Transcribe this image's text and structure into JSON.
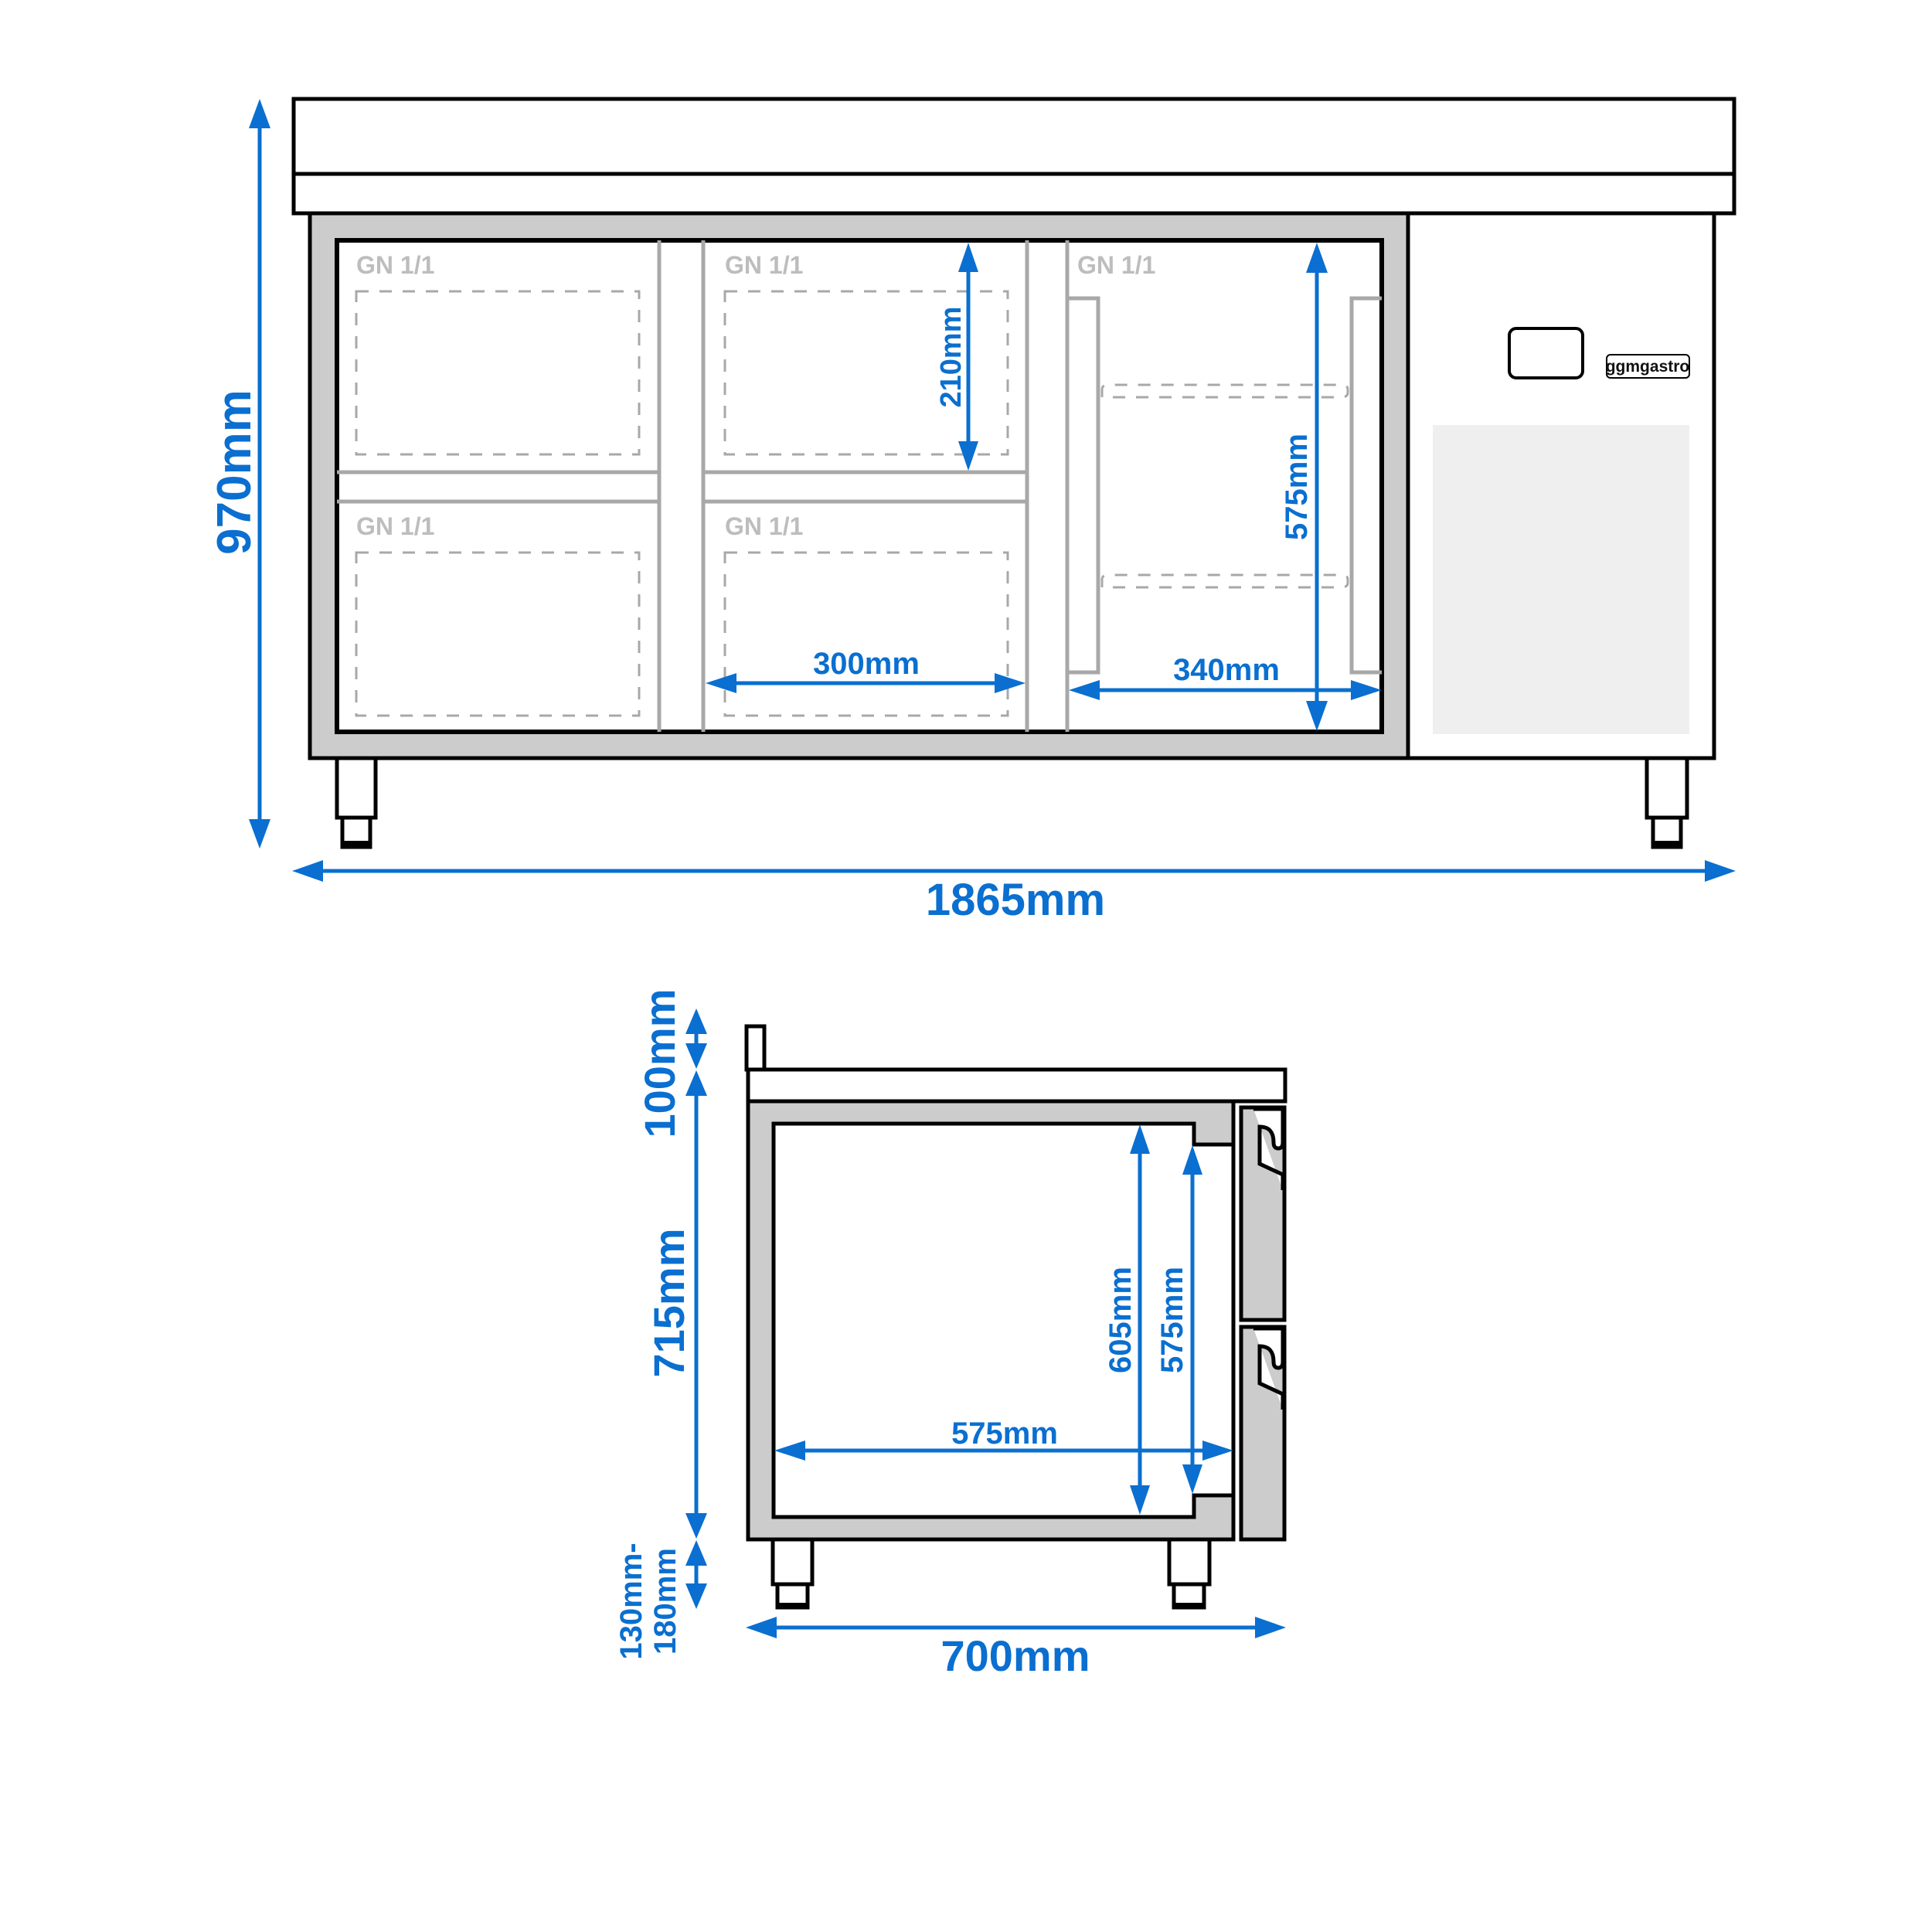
{
  "brand": {
    "logo_text": "ggmgastro"
  },
  "colors": {
    "dimension_blue": "#0a6fd0",
    "frame_grey": "#cccccc",
    "panel_grey": "#efefef",
    "label_grey": "#bdbdbd",
    "outline": "#000000"
  },
  "front_view": {
    "overall_height": "970mm",
    "overall_width": "1865mm",
    "compartments": [
      {
        "label": "GN 1/1",
        "position": "left-top"
      },
      {
        "label": "GN 1/1",
        "position": "left-bottom"
      },
      {
        "label": "GN 1/1",
        "position": "middle-top"
      },
      {
        "label": "GN 1/1",
        "position": "middle-bottom"
      },
      {
        "label": "GN 1/1",
        "position": "right"
      }
    ],
    "gn_container_height": "210mm",
    "gn_container_width": "300mm",
    "right_compartment_width": "340mm",
    "right_compartment_height": "575mm"
  },
  "side_view": {
    "backsplash_height": "100mm",
    "body_height": "715mm",
    "leg_height": "130mm-\n180mm",
    "leg_height_line1": "130mm-",
    "leg_height_line2": "180mm",
    "overall_depth": "700mm",
    "inner_depth": "575mm",
    "inner_height_total": "605mm",
    "inner_height_usable": "575mm"
  }
}
